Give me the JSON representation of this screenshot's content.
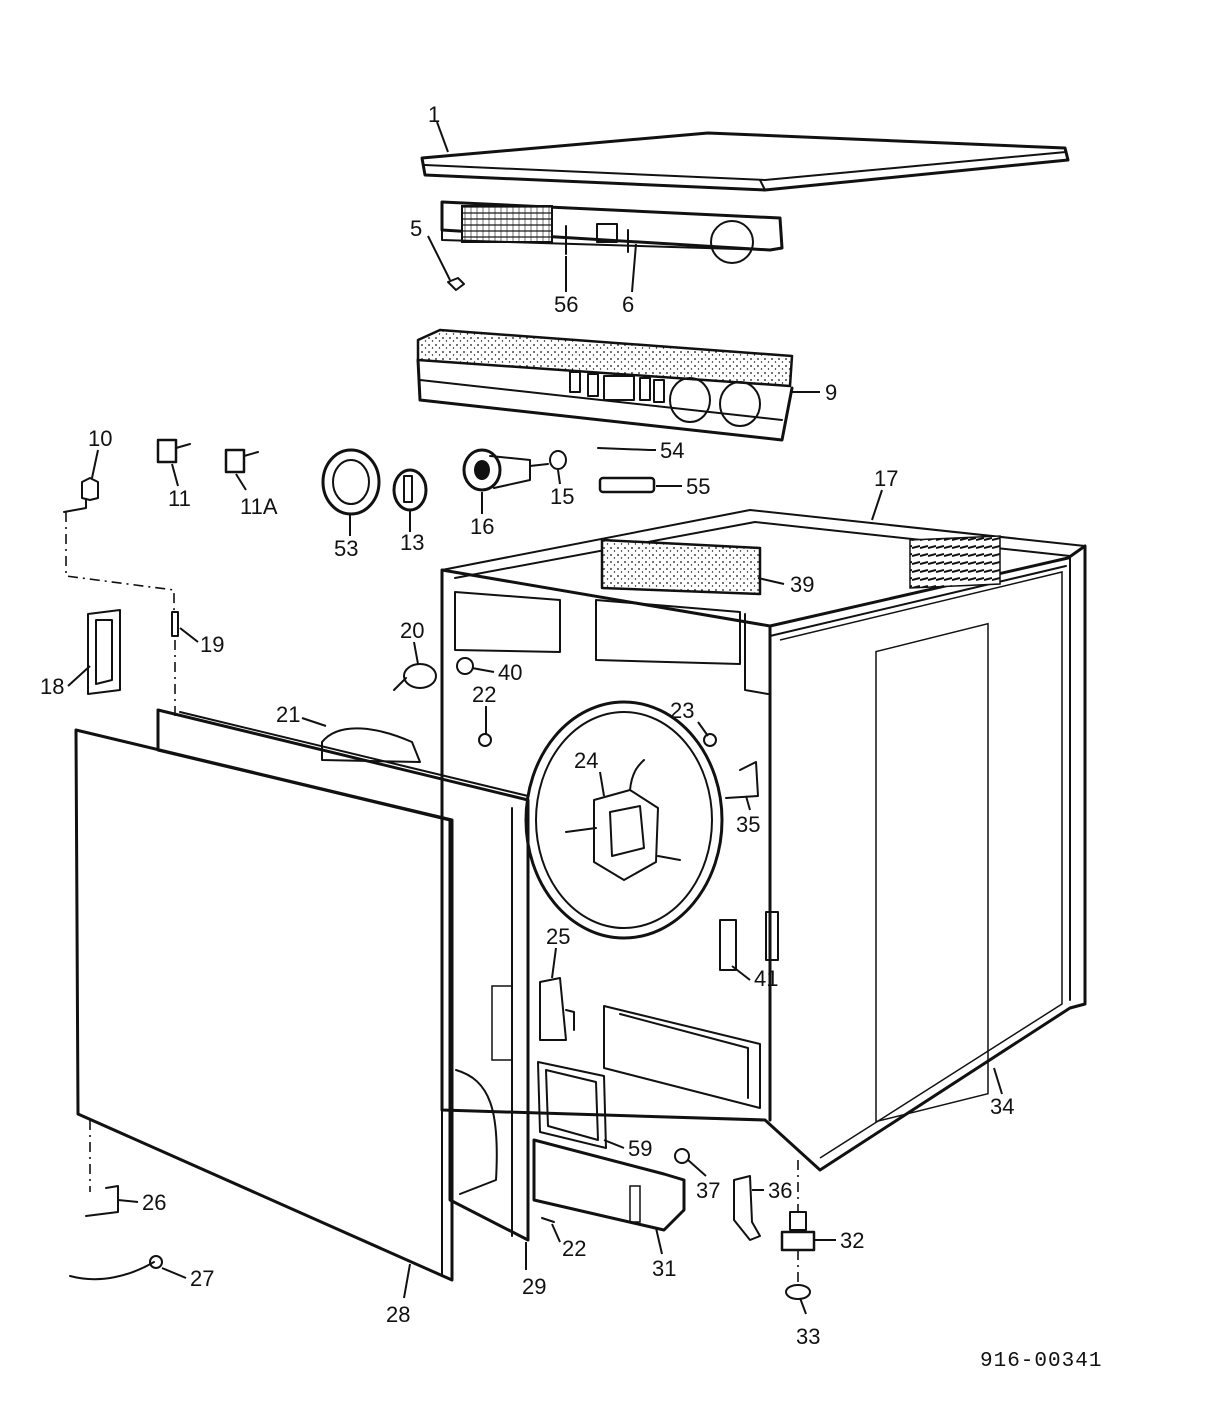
{
  "drawing_number": "916-00341",
  "callouts": [
    "1",
    "5",
    "56",
    "6",
    "9",
    "10",
    "11",
    "11A",
    "53",
    "13",
    "16",
    "15",
    "54",
    "55",
    "17",
    "39",
    "19",
    "18",
    "20",
    "40",
    "21",
    "22",
    "23",
    "24",
    "35",
    "25",
    "41",
    "34",
    "59",
    "37",
    "36",
    "32",
    "33",
    "31",
    "22",
    "26",
    "27",
    "28",
    "29"
  ]
}
